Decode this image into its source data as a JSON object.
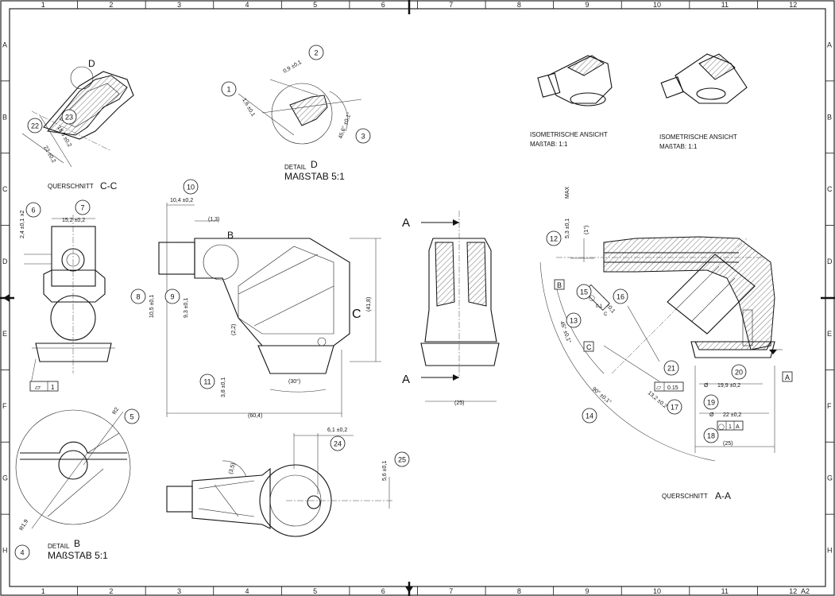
{
  "sheet": {
    "columns": [
      "1",
      "2",
      "3",
      "4",
      "5",
      "6",
      "7",
      "8",
      "9",
      "10",
      "11",
      "12"
    ],
    "rows": [
      "A",
      "B",
      "C",
      "D",
      "E",
      "F",
      "G",
      "H"
    ],
    "format": "A2"
  },
  "views": {
    "section_cc": {
      "prefix": "QUERSCHNITT",
      "letter": "C-C",
      "marker": "D"
    },
    "detail_d": {
      "prefix": "DETAIL",
      "letter": "D",
      "scale": "MAßSTAB 5:1"
    },
    "detail_b": {
      "prefix": "DETAIL",
      "letter": "B",
      "scale": "MAßSTAB 5:1"
    },
    "iso1": {
      "title": "ISOMETRISCHE ANSICHT",
      "scale": "MAßTAB: 1:1"
    },
    "iso2": {
      "title": "ISOMETRISCHE ANSICHT",
      "scale": "MAßTAB: 1:1"
    },
    "section_aa": {
      "prefix": "QUERSCHNITT",
      "letter": "A-A"
    },
    "side_view": {
      "marker_b": "B",
      "marker_c": "C"
    },
    "cut_markers": {
      "top": "A",
      "bottom": "A"
    }
  },
  "balloons": [
    "1",
    "2",
    "3",
    "4",
    "5",
    "6",
    "7",
    "8",
    "9",
    "10",
    "11",
    "12",
    "13",
    "14",
    "15",
    "16",
    "17",
    "18",
    "19",
    "20",
    "21",
    "22",
    "23",
    "24",
    "25"
  ],
  "dims": {
    "d1": "1,6 ±0,1",
    "d2": "0,9 ±0,1",
    "d3": "45,6° ±0,1°",
    "d4": "R1,9",
    "d5": "R2",
    "d6": "2,4 ±0,1",
    "d6x": "x2",
    "d7": "15,2 ±0,2",
    "d8": "10,5 ±0,1",
    "d9": "9,3 ±0,1",
    "d10": "10,4 ±0,2",
    "d11": "3,8 ±0,1",
    "d12": "5,3 ±0,1",
    "d12max": "MAX",
    "d13": "45° ±0,1°",
    "d14": "90° ±0,1°",
    "d15": "4,9 ±0,1",
    "d17": "13,2 ±0,2",
    "d19": "19,9 ±0,2",
    "d18": "22 ±0,2",
    "d22": "22 ±0,2",
    "d23": "18,6 ±0,2",
    "d24": "6,1 ±0,2",
    "d25": "5,6 ±0,1",
    "ref_1_3": "(1,3)",
    "ref_2_2": "(2,2)",
    "ref_30": "(30°)",
    "ref_41_8": "(41,8)",
    "ref_60_4": "(60,4)",
    "ref_25a": "(25)",
    "ref_25b": "(25)",
    "ref_3_5": "(3,5)",
    "ref_1deg": "(1°)",
    "dia": "Ø"
  },
  "gdt": {
    "flat_1": {
      "symbol": "▱",
      "value": "1"
    },
    "flat_015": {
      "symbol": "▱",
      "value": "0.15"
    },
    "pos_01c": {
      "symbol": "◯",
      "value": "0,1",
      "datum": "C"
    },
    "pos_1a": {
      "symbol": "◯",
      "value": "1",
      "datum": "A"
    }
  },
  "datums": {
    "a": "A",
    "b": "B",
    "c": "C"
  }
}
